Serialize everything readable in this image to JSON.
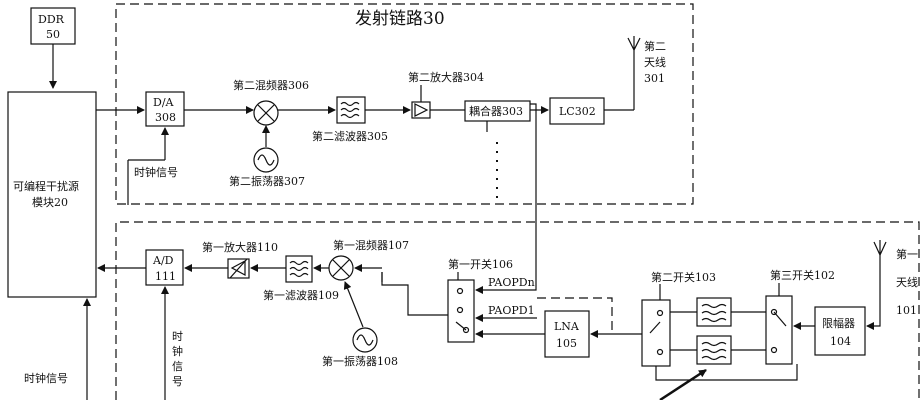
{
  "title": "发射链路30",
  "ddr": "DDR",
  "ddr_num": "50",
  "source_line1": "可编程干扰源",
  "source_line2": "模块20",
  "da": "D/A",
  "da_num": "308",
  "mixer2": "第二混频器306",
  "filter2": "第二滤波器305",
  "osc2": "第二振荡器307",
  "amp2": "第二放大器304",
  "coupler": "耦合器303",
  "lc": "LC302",
  "ant2_a": "第二",
  "ant2_b": "天线",
  "ant2_c": "301",
  "clock_tx": "时钟信号",
  "ad": "A/D",
  "ad_num": "111",
  "amp1": "第一放大器110",
  "filter1": "第一滤波器109",
  "mixer1": "第一混频器107",
  "osc1": "第一振荡器108",
  "switch1": "第一开关106",
  "paopdn": "PAOPDn",
  "paopd1": "PAOPD1",
  "lna": "LNA",
  "lna_num": "105",
  "switch2": "第二开关103",
  "switch3": "第三开关102",
  "limiter": "限幅器",
  "limiter_num": "104",
  "ant1_a": "第一",
  "ant1_b": "天线",
  "ant1_c": "101",
  "clock_rx_v": [
    "时",
    "钟",
    "信",
    "号"
  ],
  "clock_left": "时钟信号"
}
